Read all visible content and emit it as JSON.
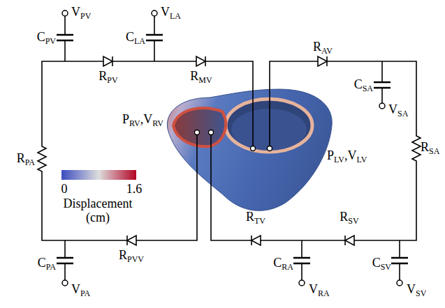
{
  "diagram": {
    "labels": [
      "VPV",
      "VLA",
      "CPV",
      "CLA",
      "RPV",
      "RMV",
      "RAV",
      "CSA",
      "VSA",
      "PRV,VRV",
      "PLV,VLV",
      "RPA",
      "RSA",
      "0",
      "1.6",
      "Displacement (cm)",
      "RTV",
      "RSV",
      "RPVV",
      "CRA",
      "VRA",
      "CSV",
      "VSV",
      "CPA",
      "VPA"
    ]
  }
}
